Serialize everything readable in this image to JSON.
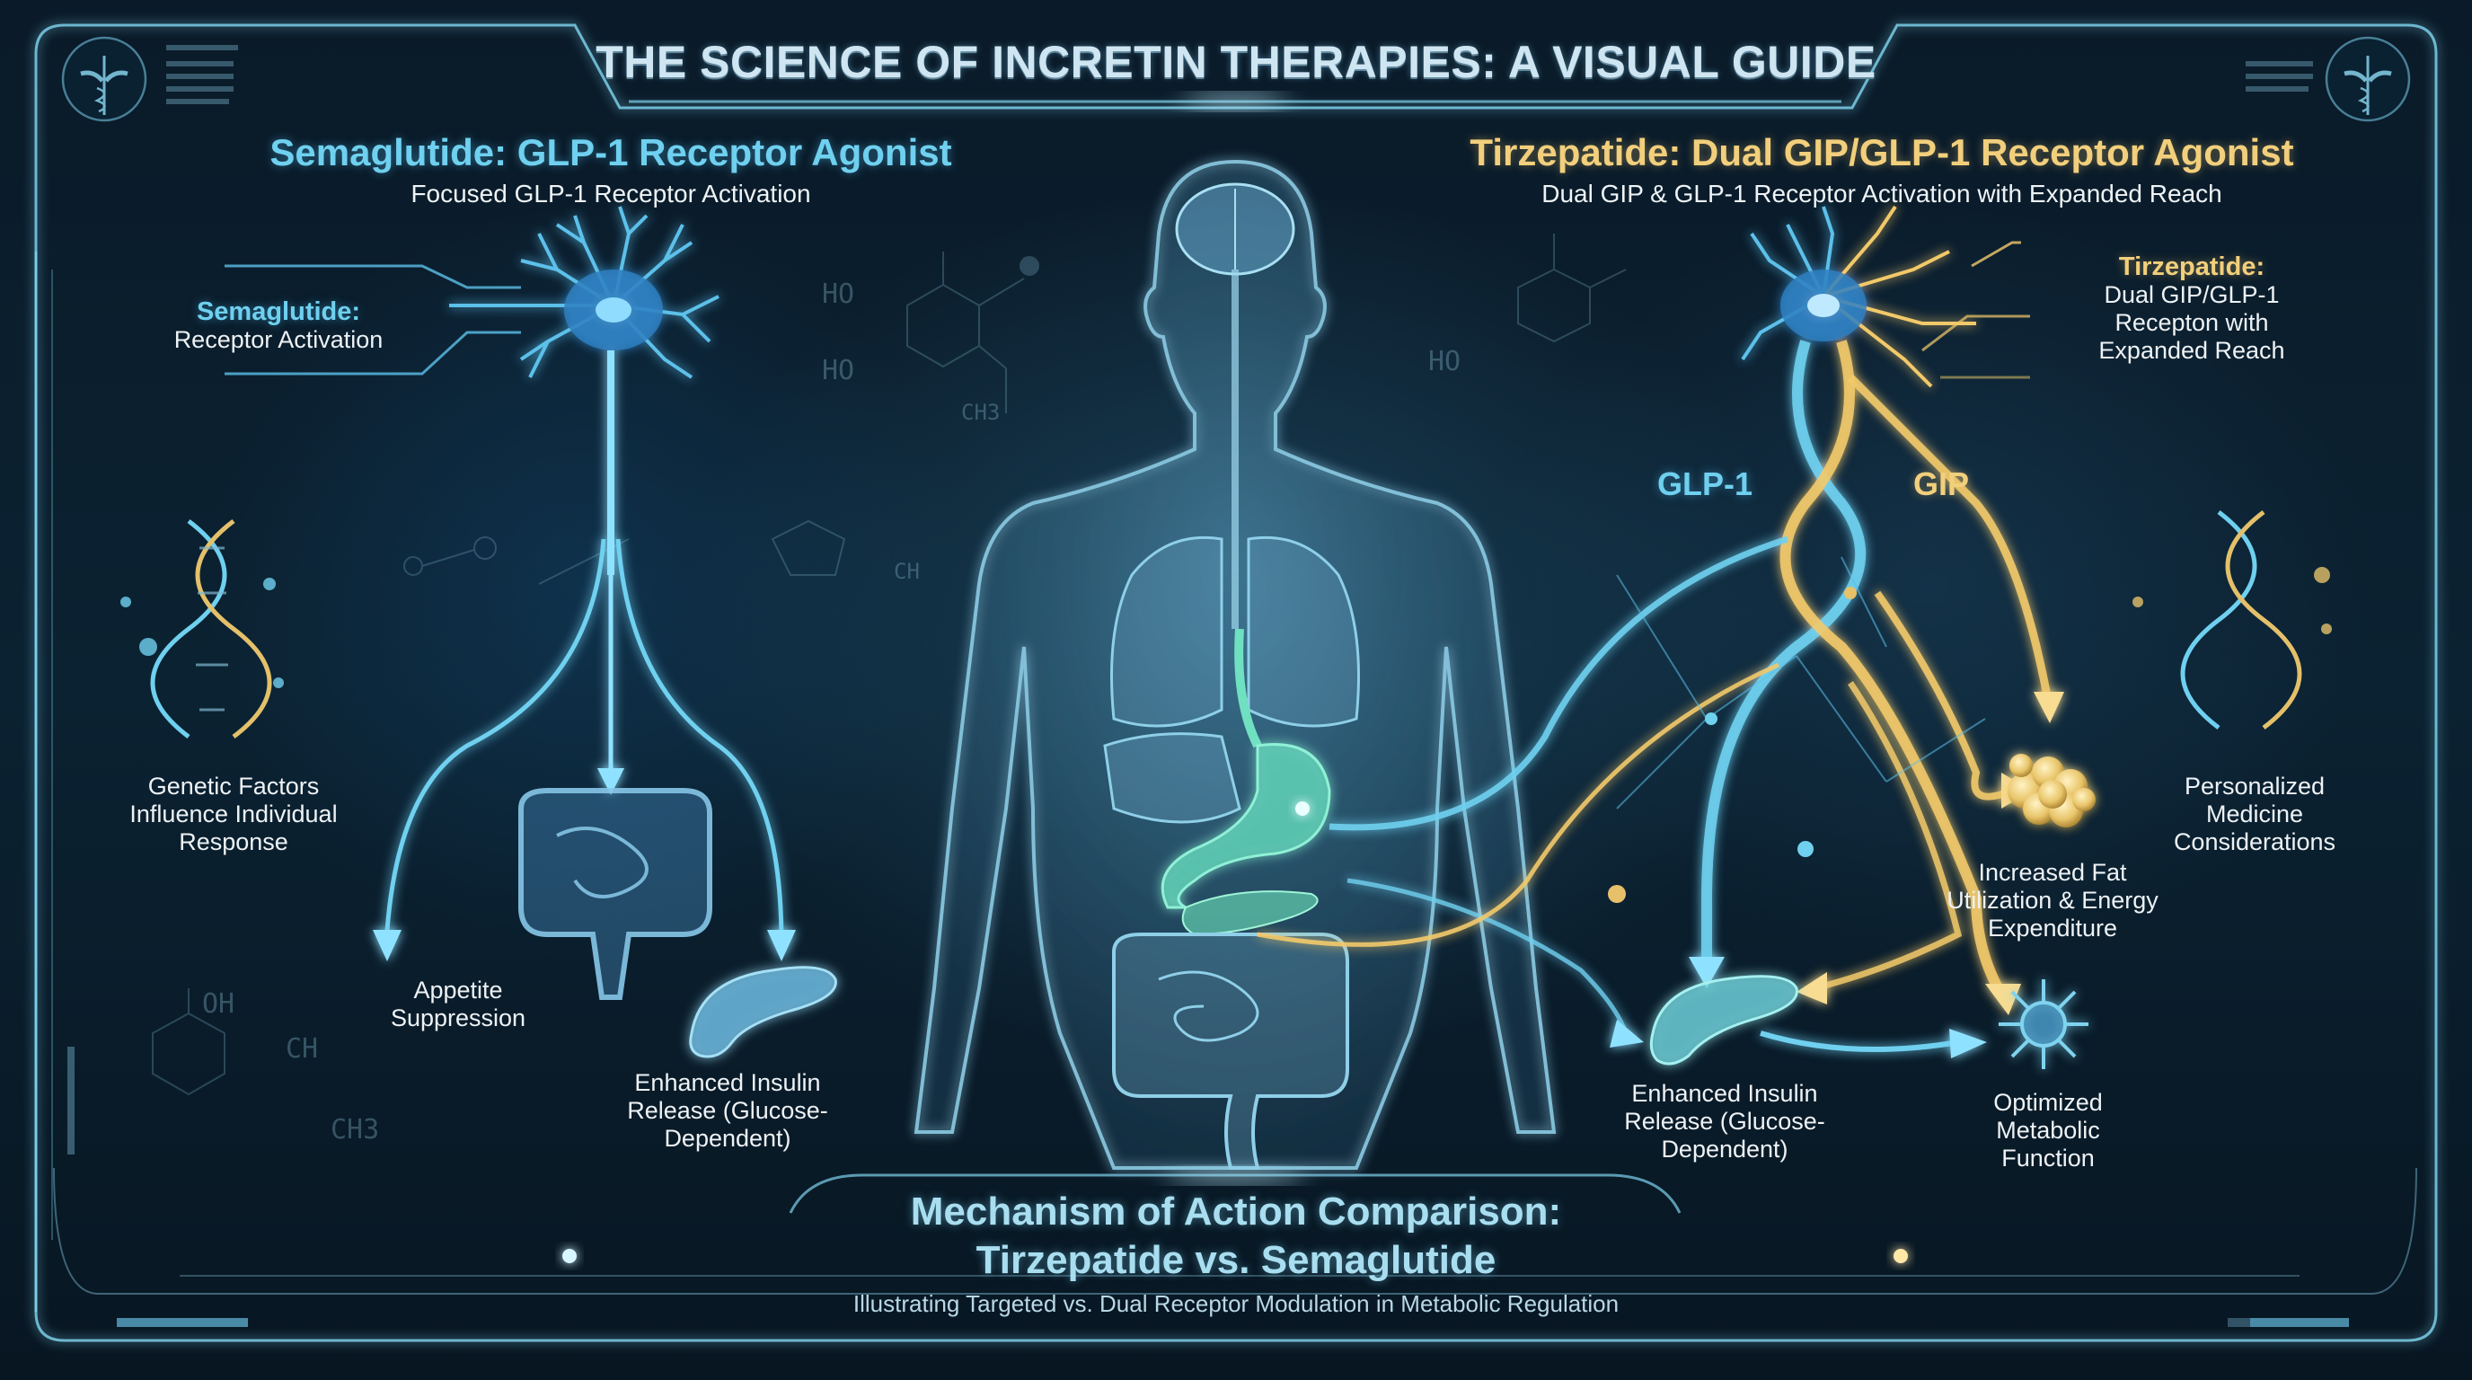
{
  "title": "THE SCIENCE OF INCRETIN THERAPIES: A VISUAL GUIDE",
  "left_panel": {
    "heading": "Semaglutide: GLP-1 Receptor Agonist",
    "subheading": "Focused GLP-1 Receptor Activation",
    "callout_title": "Semaglutide:",
    "callout_text": "Receptor Activation",
    "side_note": "Genetic Factors Influence Individual Response",
    "effects": [
      {
        "label": "Appetite Suppression",
        "icon": "intestine-icon"
      },
      {
        "label": "Enhanced Insulin Release (Glucose-Dependent)",
        "icon": "pancreas-icon"
      }
    ],
    "accent_color": "#6fd0ef"
  },
  "right_panel": {
    "heading": "Tirzepatide: Dual GIP/GLP-1 Receptor Agonist",
    "subheading": "Dual GIP & GLP-1 Receptor Activation with Expanded Reach",
    "callout_title": "Tirzepatide:",
    "callout_text": "Dual GIP/GLP-1 Recepton with Expanded Reach",
    "pathway_labels": {
      "glp1": "GLP-1",
      "gip": "GIP"
    },
    "side_note": "Personalized Medicine Considerations",
    "effects": [
      {
        "label": "Increased Fat Utilization & Energy Expenditure",
        "icon": "fat-cells-icon"
      },
      {
        "label": "Enhanced Insulin Release (Glucose-Dependent)",
        "icon": "pancreas-icon"
      },
      {
        "label": "Optimized Metabolic Function",
        "icon": "cell-icon"
      }
    ],
    "accent_color": "#f2cf7c",
    "secondary_color": "#6fd0ef"
  },
  "center": {
    "figure": "human-body-icon",
    "organs": [
      "brain",
      "spinal cord",
      "lungs",
      "liver",
      "stomach",
      "pancreas",
      "intestines"
    ]
  },
  "molecule_labels": [
    "HO",
    "HO",
    "CH3",
    "CH",
    "HO",
    "OH",
    "CH",
    "CH3"
  ],
  "footer": {
    "title_line1": "Mechanism of Action Comparison:",
    "title_line2": "Tirzepatide vs. Semaglutide",
    "subtitle": "Illustrating Targeted vs. Dual Receptor Modulation in Metabolic Regulation"
  },
  "colors": {
    "background": "#0a1a28",
    "frame": "#7fd3ee",
    "blue_glow": "#4fc3f0",
    "gold_glow": "#f2c96a",
    "text": "#eef2f5"
  }
}
